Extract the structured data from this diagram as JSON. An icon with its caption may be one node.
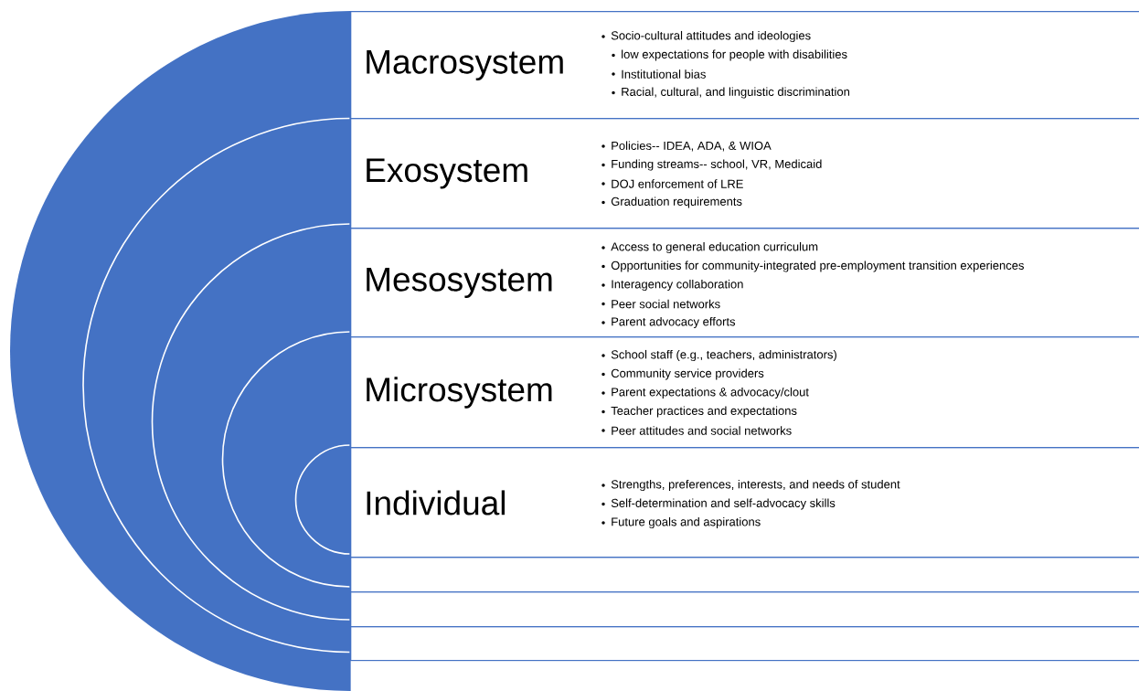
{
  "diagram": {
    "nodes": [
      {
        "text": [
          "Macrosystem",
          "Socio-cultural attitudes and ideologies",
          "low expectations for people with disabilities",
          "Institutional bias",
          "Racial, cultural, and linguistic discrimination"
        ]
      },
      {
        "text": [
          "Exosystem",
          "Policies-- IDEA, ADA, & WIOA",
          "Funding streams-- school, VR, Medicaid",
          "DOJ enforcement of LRE",
          "Graduation requirements"
        ]
      },
      {
        "text": [
          "Mesosystem",
          "Access to general education curriculum",
          "Opportunities for community-integrated pre-employment transition experiences",
          "Interagency collaboration",
          "Peer social networks",
          "Parent advocacy efforts"
        ]
      },
      {
        "text": [
          "Microsystem",
          "School staff (e.g., teachers, administrators)",
          "Community service providers",
          "Parent expectations & advocacy/clout",
          "Teacher practices and expectations",
          "Peer attitudes and social networks"
        ]
      },
      {
        "text": [
          "Individual",
          "Strengths, preferences, interests, and needs of student",
          "Self-determination and self-advocacy skills",
          "Future goals and aspirations"
        ]
      },
      {
        "text": [],
        "shape": "box"
      },
      {
        "text": [],
        "shape": "box"
      },
      {
        "text": [],
        "shape": "box"
      }
    ]
  }
}
